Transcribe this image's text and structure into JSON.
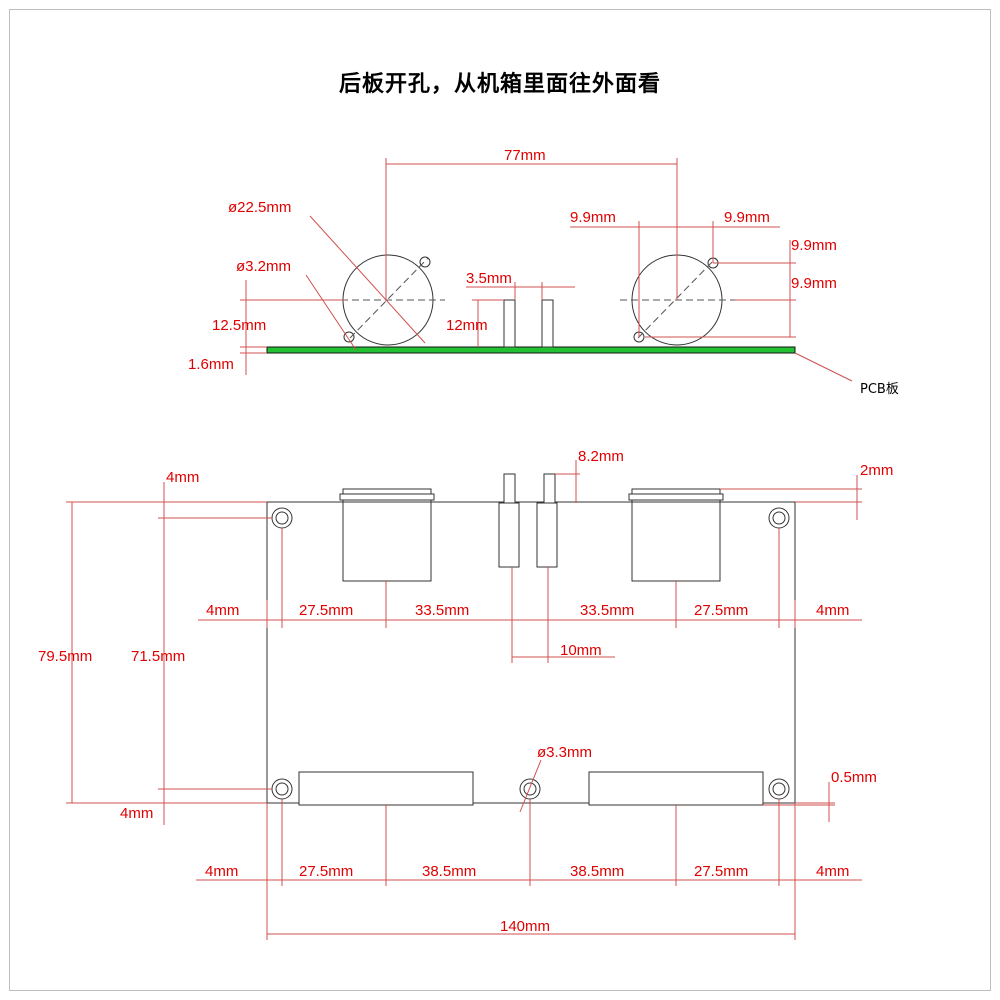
{
  "title": "后板开孔，从机箱里面往外面看",
  "side_view": {
    "pcb_label": "PCB板",
    "dims": {
      "top_span": "77mm",
      "big_dia": "ø22.5mm",
      "small_dia": "ø3.2mm",
      "height_center": "12.5mm",
      "pcb_thickness": "1.6mm",
      "led_gap": "3.5mm",
      "led_height": "12mm",
      "hole_offset_x1": "9.9mm",
      "hole_offset_x2": "9.9mm",
      "hole_offset_y1": "9.9mm",
      "hole_offset_y2": "9.9mm"
    }
  },
  "top_view": {
    "dims": {
      "left_top_offset": "4mm",
      "total_height": "79.5mm",
      "hole_span_height": "71.5mm",
      "left_bottom_offset": "4mm",
      "led_protrusion": "8.2mm",
      "connector_protrusion": "2mm",
      "bottom_edge_gap": "0.5mm",
      "mount_hole_dia": "ø3.3mm",
      "top_row": [
        "4mm",
        "27.5mm",
        "33.5mm",
        "33.5mm",
        "27.5mm",
        "4mm"
      ],
      "led_spacing": "10mm",
      "bottom_row": [
        "4mm",
        "27.5mm",
        "38.5mm",
        "38.5mm",
        "27.5mm",
        "4mm"
      ],
      "total_width": "140mm"
    }
  },
  "colors": {
    "dimension": "#e00000",
    "pcb": "#22c033",
    "outline": "#333333"
  }
}
